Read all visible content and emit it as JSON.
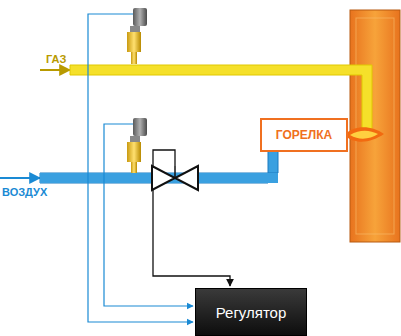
{
  "diagram": {
    "nodes": [
      {
        "text": [
          "ГОРЕЛКА"
        ]
      },
      {
        "text": [
          "Регулятор"
        ]
      }
    ],
    "labels": [
      "ГАЗ",
      "ВОЗДУХ"
    ]
  }
}
